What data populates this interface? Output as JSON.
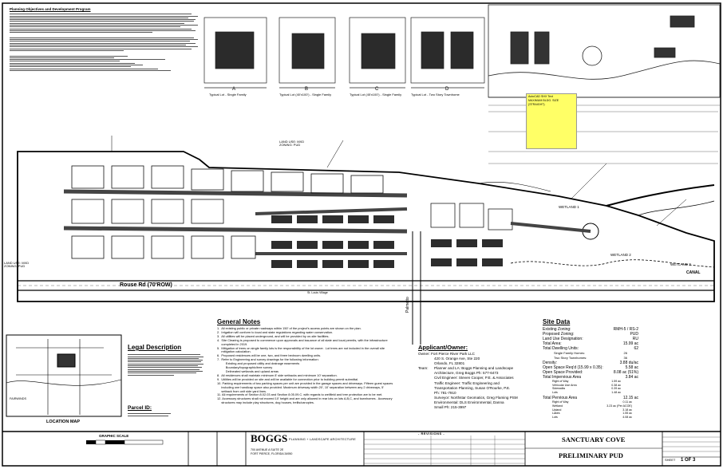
{
  "planning": {
    "title": "Planning Objectives and Development Program"
  },
  "typicals": {
    "a": {
      "letter": "A",
      "caption": "Typical Lot - Single Family"
    },
    "b": {
      "letter": "B",
      "caption": "Typical Lot (40'x100') - Single Family"
    },
    "c": {
      "letter": "C",
      "caption": "Typical Lot (45'x100') - Single Family"
    },
    "d": {
      "letter": "D",
      "caption": "Typical Lot - Two Story Townhome"
    }
  },
  "yellow_note": {
    "line1": "AutoCAD SHX Text",
    "line2": "MAXIMUM BLDG. SIZE",
    "line3": "(STRAIGHT)"
  },
  "plan": {
    "land_use_top": "LAND USE: MXD\nZONING: PUD",
    "land_use_left": "LAND USE: MXD\nZONING: PUD",
    "road_label": "Rouse Rd (70'ROW)",
    "palmetto_label": "Palmetto",
    "louis_label": "St. Louis Village",
    "wetland_1": "WETLAND 1",
    "wetland_2": "WETLAND 2",
    "wetland_3": "WETLAND 3",
    "canal_label": "CANAL"
  },
  "notes": {
    "title": "General Notes",
    "items": [
      "1.  All existing public or private roadways within 150' of the project's access points are shown on the plan.",
      "2.  Irrigation will conform to local and state regulations regarding water conservation.",
      "3.  All utilities will be placed underground, and will be provided by on-site facilities.",
      "4.  Site Clearing is proposed to commence upon approvals and issuance of all state and local permits, with the infrastructure",
      "     completed in 2019.",
      "5.  Mitigation of trees on single family lots is the responsibility of the lot owner.  Lot trees are not included in the overall site",
      "     mitigation calculation.",
      "6.  Proposed residences will be one, two, and three bedroom dwelling units.",
      "7.  Refer to Engineering and survey drawings for the following information:",
      "          Existing and proposed utility and drainage easements",
      "          Boundary/topographic/tree survey",
      "          Delineated wetlands and upland areas",
      "8.  All residences shall maintain minimum 8' side setbacks and minimum 10' separation.",
      "9.  Utilities will be provided on site and will be available for connection prior to building permit submittal.",
      "10. Parking requirements of two parking spaces per unit are provided in the garage spaces and driveways. Fifteen guest spaces",
      "     including one handicap space also provided. Maximum driveway width 20', 10' separation between any 2 driveways, 5'",
      "     setback from unit side yard lines.",
      "11. All requirements of Section 8.02.03 and Section 8.05.09.C. with regards to wellfield and tree protection are to be met.",
      "12. Accessory structures shall not exceed 10' height and are only allowed in rear lots on lots A,B,C, and townhomes.  Accessory",
      "     structures may include play structures, dog houses, trellis/canopies."
    ]
  },
  "applicant": {
    "title": "Applicant/Owner:",
    "owner": "Owner:  Fort Pierce River Park LLC",
    "addr1": "420 S. Orange Ave, Ste 220",
    "addr2": "Orlando, FL 32801",
    "team": "Team:",
    "t1": "Planner and LA: Boggs Planning and  Landscape",
    "t2": "Architecture, Greg Boggs Ph: 577-6473",
    "t3": "Civil Engineer: Steven Cooper, P.E. & Associates",
    "t4": "Traffic Engineer: Traffic Engineering and",
    "t5": "Transportation Planning, Susan O'Rourke, P.E.",
    "t6": "Ph: 781-7910",
    "t7": "Surveyor: Northstar Geomatics, Greg Flaming PSM",
    "t8": "Environmental: DLS Environmental, Danna",
    "t9": "Small Ph: 215-3997"
  },
  "site": {
    "title": "Site Data",
    "existing_zoning_label": "Existing Zoning:",
    "existing_zoning": "RMH-5 / RS-2",
    "proposed_zoning_label": "Proposed Zoning:",
    "proposed_zoning": "PUD",
    "land_use_label": "Land Use Designation:",
    "land_use": "RU",
    "total_area_label": "Total Area:",
    "total_area": "15.99 ac",
    "total_units_label": "Total Dwelling Units:",
    "total_units": "62",
    "sfh_label": "Single Family Homes:",
    "sfh": "26",
    "th_label": "Two Story Townhomes:",
    "th": "36",
    "density_label": "Density:",
    "density": "3.88 du/ac",
    "osreq_label": "Open Space Req'd (15.99 x 0.35):",
    "osreq": "5.58 ac",
    "osprov_label": "Open Space Provided:",
    "osprov": "8.08 ac (51%)",
    "impervious_label": "Total Impervious Area",
    "impervious": "3.84 ac",
    "row_label": "Right of Way",
    "row": "1.59 ac",
    "vua_label": "Vehicular Use Area",
    "vua": "0.38 ac",
    "sidewalks_label": "Sidewalks",
    "sidewalks": "0.39 ac",
    "lots_label": "Lots",
    "lots": "1.48 ac",
    "pervious_label": "Total Pervious Area",
    "pervious": "12.15 ac",
    "pv_row_label": "Right of Way",
    "pv_row": "0.11 ac",
    "wetland_label": "Wetland",
    "wetland": "3.23 ac (Per ACOE)",
    "upland_label": "Upland",
    "upland": "3.18 ac",
    "lakes_label": "Lakes",
    "lakes": "1.55 ac",
    "pv_lots_label": "Lots",
    "pv_lots": "4.08 ac"
  },
  "legal": {
    "title": "Legal Description",
    "parcel_title": "Parcel ID:"
  },
  "location_map": {
    "caption": "LOCATION MAP",
    "fairwinds": "FAIRWINDS"
  },
  "scale": {
    "label": "GRAPHIC SCALE"
  },
  "title_block": {
    "firm": "BOGGS",
    "firm_sub": "PLANNING + LANDSCAPE ARCHITECTURE",
    "firm_addr1": "700 AVENUE A SUITE 2E",
    "firm_addr2": "FORT PIERCE, FLORIDA 34950",
    "revisions": "- REVISIONS -",
    "project_name": "SANCTUARY COVE",
    "plan_type": "PRELIMINARY PUD",
    "sheet_label": "SHEET",
    "sheet_num": "1 OF 3"
  }
}
